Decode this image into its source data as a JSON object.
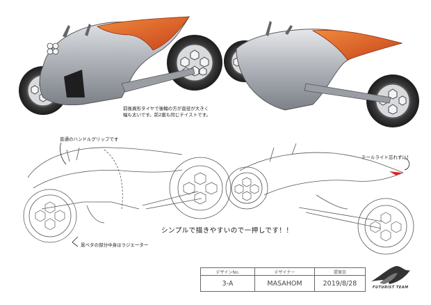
{
  "notes": {
    "tire_note_line1": "前後異形タイヤで後輪の方が直径が大きく",
    "tire_note_line2": "幅も太いです。前2案も同じテイストです。",
    "grip_note": "普通のハンドルグリップです",
    "tail_light_note": "テールライト忘れずに！",
    "radiator_note": "黒ベタの部分中身はラジエーター",
    "slogan": "シンプルで描きやすいので一押しです！！"
  },
  "title_block": {
    "headers": [
      "デザインNo.",
      "デザイナー",
      "提案日"
    ],
    "values": [
      "3-A",
      "MASAHOM",
      "2019/8/28"
    ]
  },
  "logo": {
    "text": "FUTURIST TEAM"
  },
  "colors": {
    "body_silver": "#b8bcc2",
    "accent_orange": "#e2622a",
    "tail_light": "#e02020",
    "tire": "#2b2b2b"
  }
}
